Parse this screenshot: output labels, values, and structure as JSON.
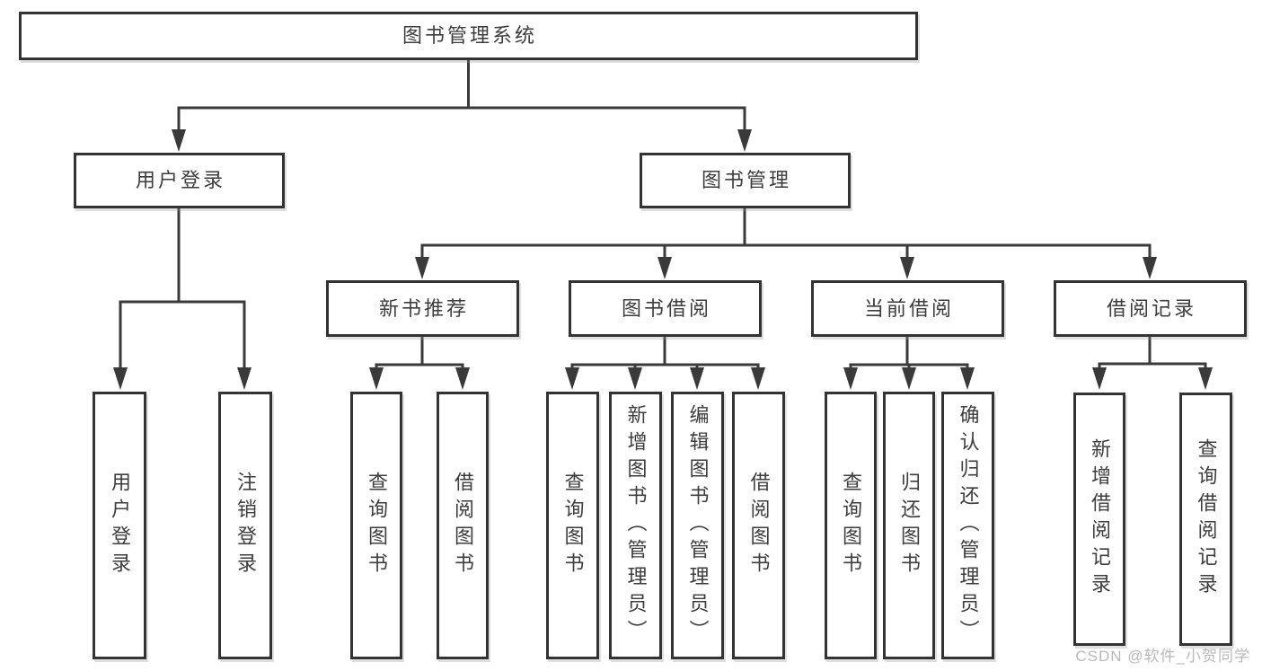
{
  "diagram_type": "hierarchy-tree",
  "tree": {
    "root": "图书管理系统",
    "branches": [
      {
        "label": "用户登录",
        "children": [
          "用户登录",
          "注销登录"
        ]
      },
      {
        "label": "图书管理",
        "sections": [
          {
            "label": "新书推荐",
            "children": [
              "查询图书",
              "借阅图书"
            ]
          },
          {
            "label": "图书借阅",
            "children": [
              "查询图书",
              "新增图书（管理员）",
              "编辑图书（管理员）",
              "借阅图书"
            ]
          },
          {
            "label": "当前借阅",
            "children": [
              "查询图书",
              "归还图书",
              "确认归还（管理员）"
            ]
          },
          {
            "label": "借阅记录",
            "children": [
              "新增借阅记录",
              "查询借阅记录"
            ]
          }
        ]
      }
    ]
  },
  "watermark": "CSDN @软件_小贺同学",
  "colors": {
    "line": "#3a3a3a",
    "box_border": "#333333",
    "box_fill": "#ffffff",
    "text": "#3d3d3d",
    "watermark": "#b9b9b9",
    "background": "#ffffff"
  }
}
